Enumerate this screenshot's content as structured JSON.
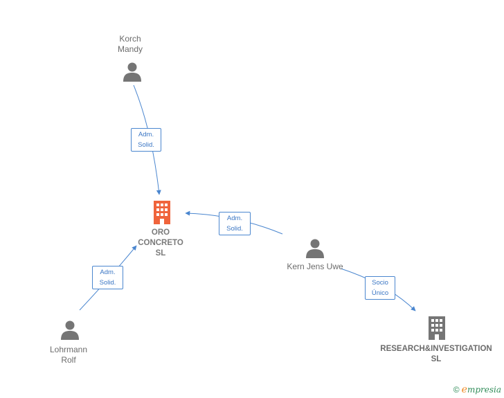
{
  "nodes": {
    "korch": {
      "line1": "Korch",
      "line2": "Mandy",
      "icon": "person-icon"
    },
    "oro": {
      "line1": "ORO",
      "line2": "CONCRETO",
      "line3": "SL",
      "icon": "building-icon"
    },
    "kern": {
      "line1": "Kern Jens Uwe",
      "icon": "person-icon"
    },
    "lohrmann": {
      "line1": "Lohrmann",
      "line2": "Rolf",
      "icon": "person-icon"
    },
    "research": {
      "line1": "RESEARCH&INVESTIGATION",
      "line2": "SL",
      "icon": "building-icon"
    }
  },
  "edges": {
    "korch_oro": {
      "line1": "Adm.",
      "line2": "Solid."
    },
    "kern_oro": {
      "line1": "Adm.",
      "line2": "Solid."
    },
    "lohrmann_oro": {
      "line1": "Adm.",
      "line2": "Solid."
    },
    "kern_research": {
      "line1": "Socio",
      "line2": "Único"
    }
  },
  "footer": {
    "copyright_symbol": "©",
    "brand_initial": "e",
    "brand_rest": "mpresia"
  },
  "colors": {
    "edge": "#4a86cf",
    "person": "#757575",
    "focus_company": "#f0643c",
    "company": "#757575"
  }
}
